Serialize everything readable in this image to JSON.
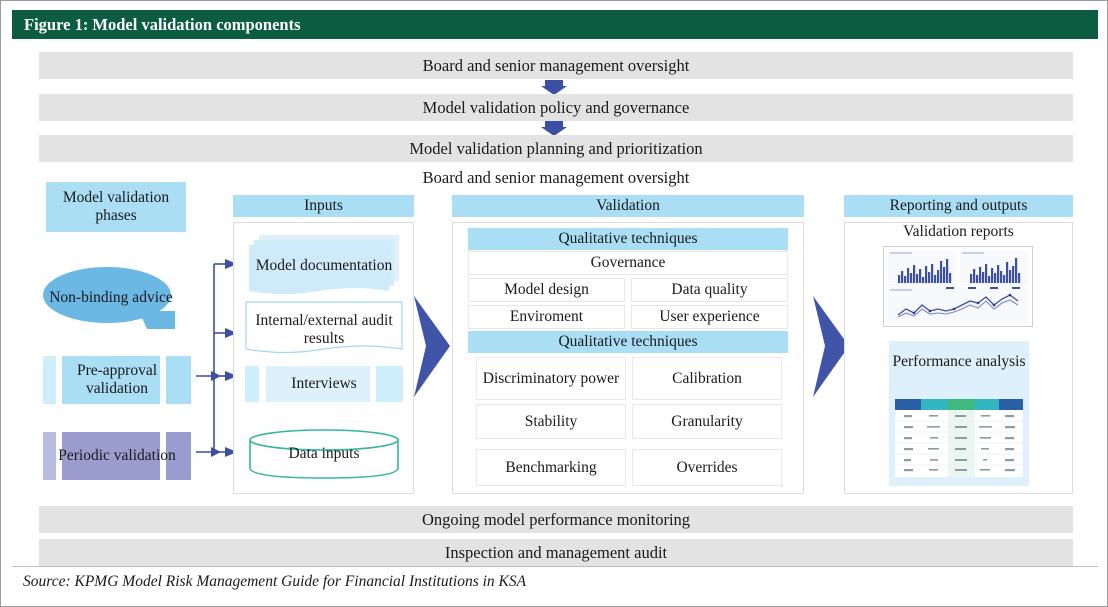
{
  "figure": {
    "title": "Figure 1: Model validation components",
    "header_color": "#0b5c40",
    "source": "Source: KPMG Model Risk Management Guide for Financial Institutions in KSA"
  },
  "top_bands": [
    {
      "label": "Board and senior management oversight",
      "shaded": true
    },
    {
      "label": "Model validation policy and governance",
      "shaded": true
    },
    {
      "label": "Model validation planning and prioritization",
      "shaded": true
    },
    {
      "label": "Board and senior management oversight",
      "shaded": false
    }
  ],
  "bottom_bands": [
    {
      "label": "Ongoing model performance monitoring",
      "shaded": true
    },
    {
      "label": "Inspection and management audit",
      "shaded": true
    }
  ],
  "phases": {
    "title": "Model validation phases",
    "items": [
      {
        "label": "Non-binding advice",
        "shape": "callout",
        "color": "#6cb8e4"
      },
      {
        "label": "Pre-approval validation",
        "shape": "segmented-box",
        "color": "#aadef5"
      },
      {
        "label": "Periodic validation",
        "shape": "segmented-box",
        "color": "#9a9ccd"
      }
    ]
  },
  "inputs": {
    "header": "Inputs",
    "items": [
      {
        "label": "Model documentation",
        "shape": "stacked-documents"
      },
      {
        "label": "Internal/external audit results",
        "shape": "document"
      },
      {
        "label": "Interviews",
        "shape": "segmented-box"
      },
      {
        "label": "Data inputs",
        "shape": "cylinder"
      }
    ]
  },
  "validation": {
    "header": "Validation",
    "groups": [
      {
        "title": "Qualitative techniques",
        "rows": [
          [
            "Governance"
          ],
          [
            "Model design",
            "Data quality"
          ],
          [
            "Enviroment",
            "User experience"
          ]
        ]
      },
      {
        "title": "Qualitative techniques",
        "rows": [
          [
            "Discriminatory power",
            "Calibration"
          ],
          [
            "Stability",
            "Granularity"
          ],
          [
            "Benchmarking",
            "Overrides"
          ]
        ]
      }
    ]
  },
  "reporting": {
    "header": "Reporting and outputs",
    "items": [
      {
        "label": "Validation reports",
        "shape": "chart-thumbnail"
      },
      {
        "label": "Performance analysis",
        "shape": "table-thumbnail"
      }
    ]
  },
  "colors": {
    "accent_blue": "#3b4fa4",
    "light_blue": "#aadef5",
    "pale_blue": "#ddf0fb",
    "band_grey": "#e3e3e3",
    "purple": "#9a9ccd",
    "teal": "#35b6a0",
    "header_green": "#0b5c40"
  }
}
